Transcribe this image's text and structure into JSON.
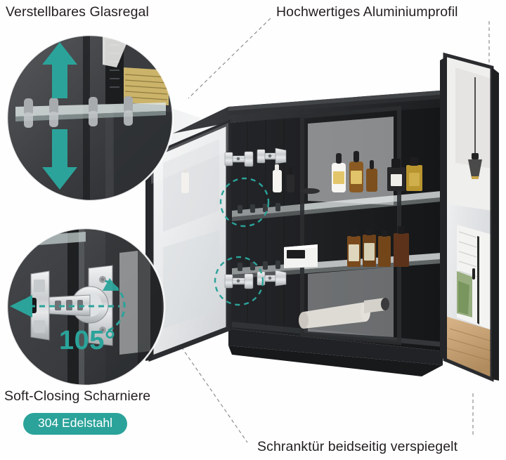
{
  "image": {
    "type": "product-infographic",
    "subject": "Spiegelschrank / bathroom mirror cabinet",
    "language": "de",
    "background_color": "#ffffff"
  },
  "palette": {
    "accent_teal": "#2ba39a",
    "text_dark": "#231f20",
    "cabinet_dark": "#2f3134",
    "cabinet_black": "#1d1f21",
    "mirror_light": "#e9eaec",
    "leader_line": "#8d8f92",
    "badge_text": "#ffffff"
  },
  "callouts": [
    {
      "id": "shelf",
      "label": "Verstellbares Glasregal",
      "position": "top-left",
      "detail_circle": {
        "name": "adjustable-glass-shelf-zoom",
        "icon": "double-arrow-vertical",
        "arrow_color": "#2ba39a",
        "depicts": "glass shelf on pegs with up/down arrow"
      }
    },
    {
      "id": "aluminium",
      "label": "Hochwertiges Aluminiumprofil",
      "position": "top-right",
      "points_to": "cabinet top aluminium frame"
    },
    {
      "id": "hinge",
      "label": "Soft-Closing Scharniere",
      "position": "bottom-left",
      "badge": "304 Edelstahl",
      "angle_label": "105°",
      "detail_circle": {
        "name": "soft-close-hinge-zoom",
        "icon": "hinge",
        "arrow_color": "#2ba39a",
        "depicts": "stainless steel soft-closing hinge with 105 degree swing arrow"
      }
    },
    {
      "id": "mirror",
      "label": "Schranktür beidseitig verspiegelt",
      "position": "bottom-right",
      "points_to": "cabinet door, mirrored on both sides"
    }
  ],
  "cabinet": {
    "name": "three-door-mirror-cabinet",
    "frame_color": "#2f3134",
    "doors": [
      {
        "name": "left-door",
        "state": "open",
        "mirrored": "both sides"
      },
      {
        "name": "center-door",
        "state": "open",
        "mirrored": "both sides"
      },
      {
        "name": "right-door",
        "state": "open",
        "mirrored": "both sides"
      }
    ],
    "shelves": [
      {
        "name": "upper-glass-shelf",
        "items": [
          {
            "name": "white-pump-bottle",
            "color": "#f4f2ee"
          },
          {
            "name": "amber-pump-bottle",
            "color": "#8a5a22"
          },
          {
            "name": "amber-pump-bottle-small",
            "color": "#7d4f1d"
          },
          {
            "name": "dark-cosmetic-jar",
            "color": "#2a2a2c"
          },
          {
            "name": "perfume-bottle",
            "color": "#c9a646"
          },
          {
            "name": "gold-label-bottle",
            "color": "#b9952f"
          }
        ]
      },
      {
        "name": "lower-glass-shelf",
        "items": [
          {
            "name": "white-box",
            "color": "#f2f2f2"
          },
          {
            "name": "amber-apothecary-bottle",
            "color": "#7a4a1c"
          },
          {
            "name": "amber-apothecary-bottle-2",
            "color": "#6d421a"
          },
          {
            "name": "dark-brown-bottle",
            "color": "#5c331a"
          }
        ]
      },
      {
        "name": "base-shelf",
        "items": [
          {
            "name": "rolled-towel",
            "color": "#d9d6d0"
          },
          {
            "name": "rolled-towel-small",
            "color": "#cfcbc4"
          }
        ]
      }
    ],
    "hinges": [
      {
        "name": "hinge-upper-left",
        "highlighted": false
      },
      {
        "name": "hinge-upper-right",
        "highlighted": false
      },
      {
        "name": "hinge-lower-left",
        "highlighted": true
      },
      {
        "name": "hinge-lower-right",
        "highlighted": false
      }
    ],
    "shelf_peg_highlights": [
      {
        "name": "peg-row-upper",
        "highlight_shape": "dashed-circle",
        "color": "#2ba39a"
      },
      {
        "name": "peg-row-lower",
        "highlight_shape": "dashed-circle",
        "color": "#2ba39a"
      }
    ],
    "mirror_reflection": {
      "name": "right-door-mirror-reflection",
      "contents": [
        "pendant-lamp",
        "shower-glass-door",
        "window-blinds",
        "green-plant",
        "wooden-floor"
      ]
    }
  }
}
